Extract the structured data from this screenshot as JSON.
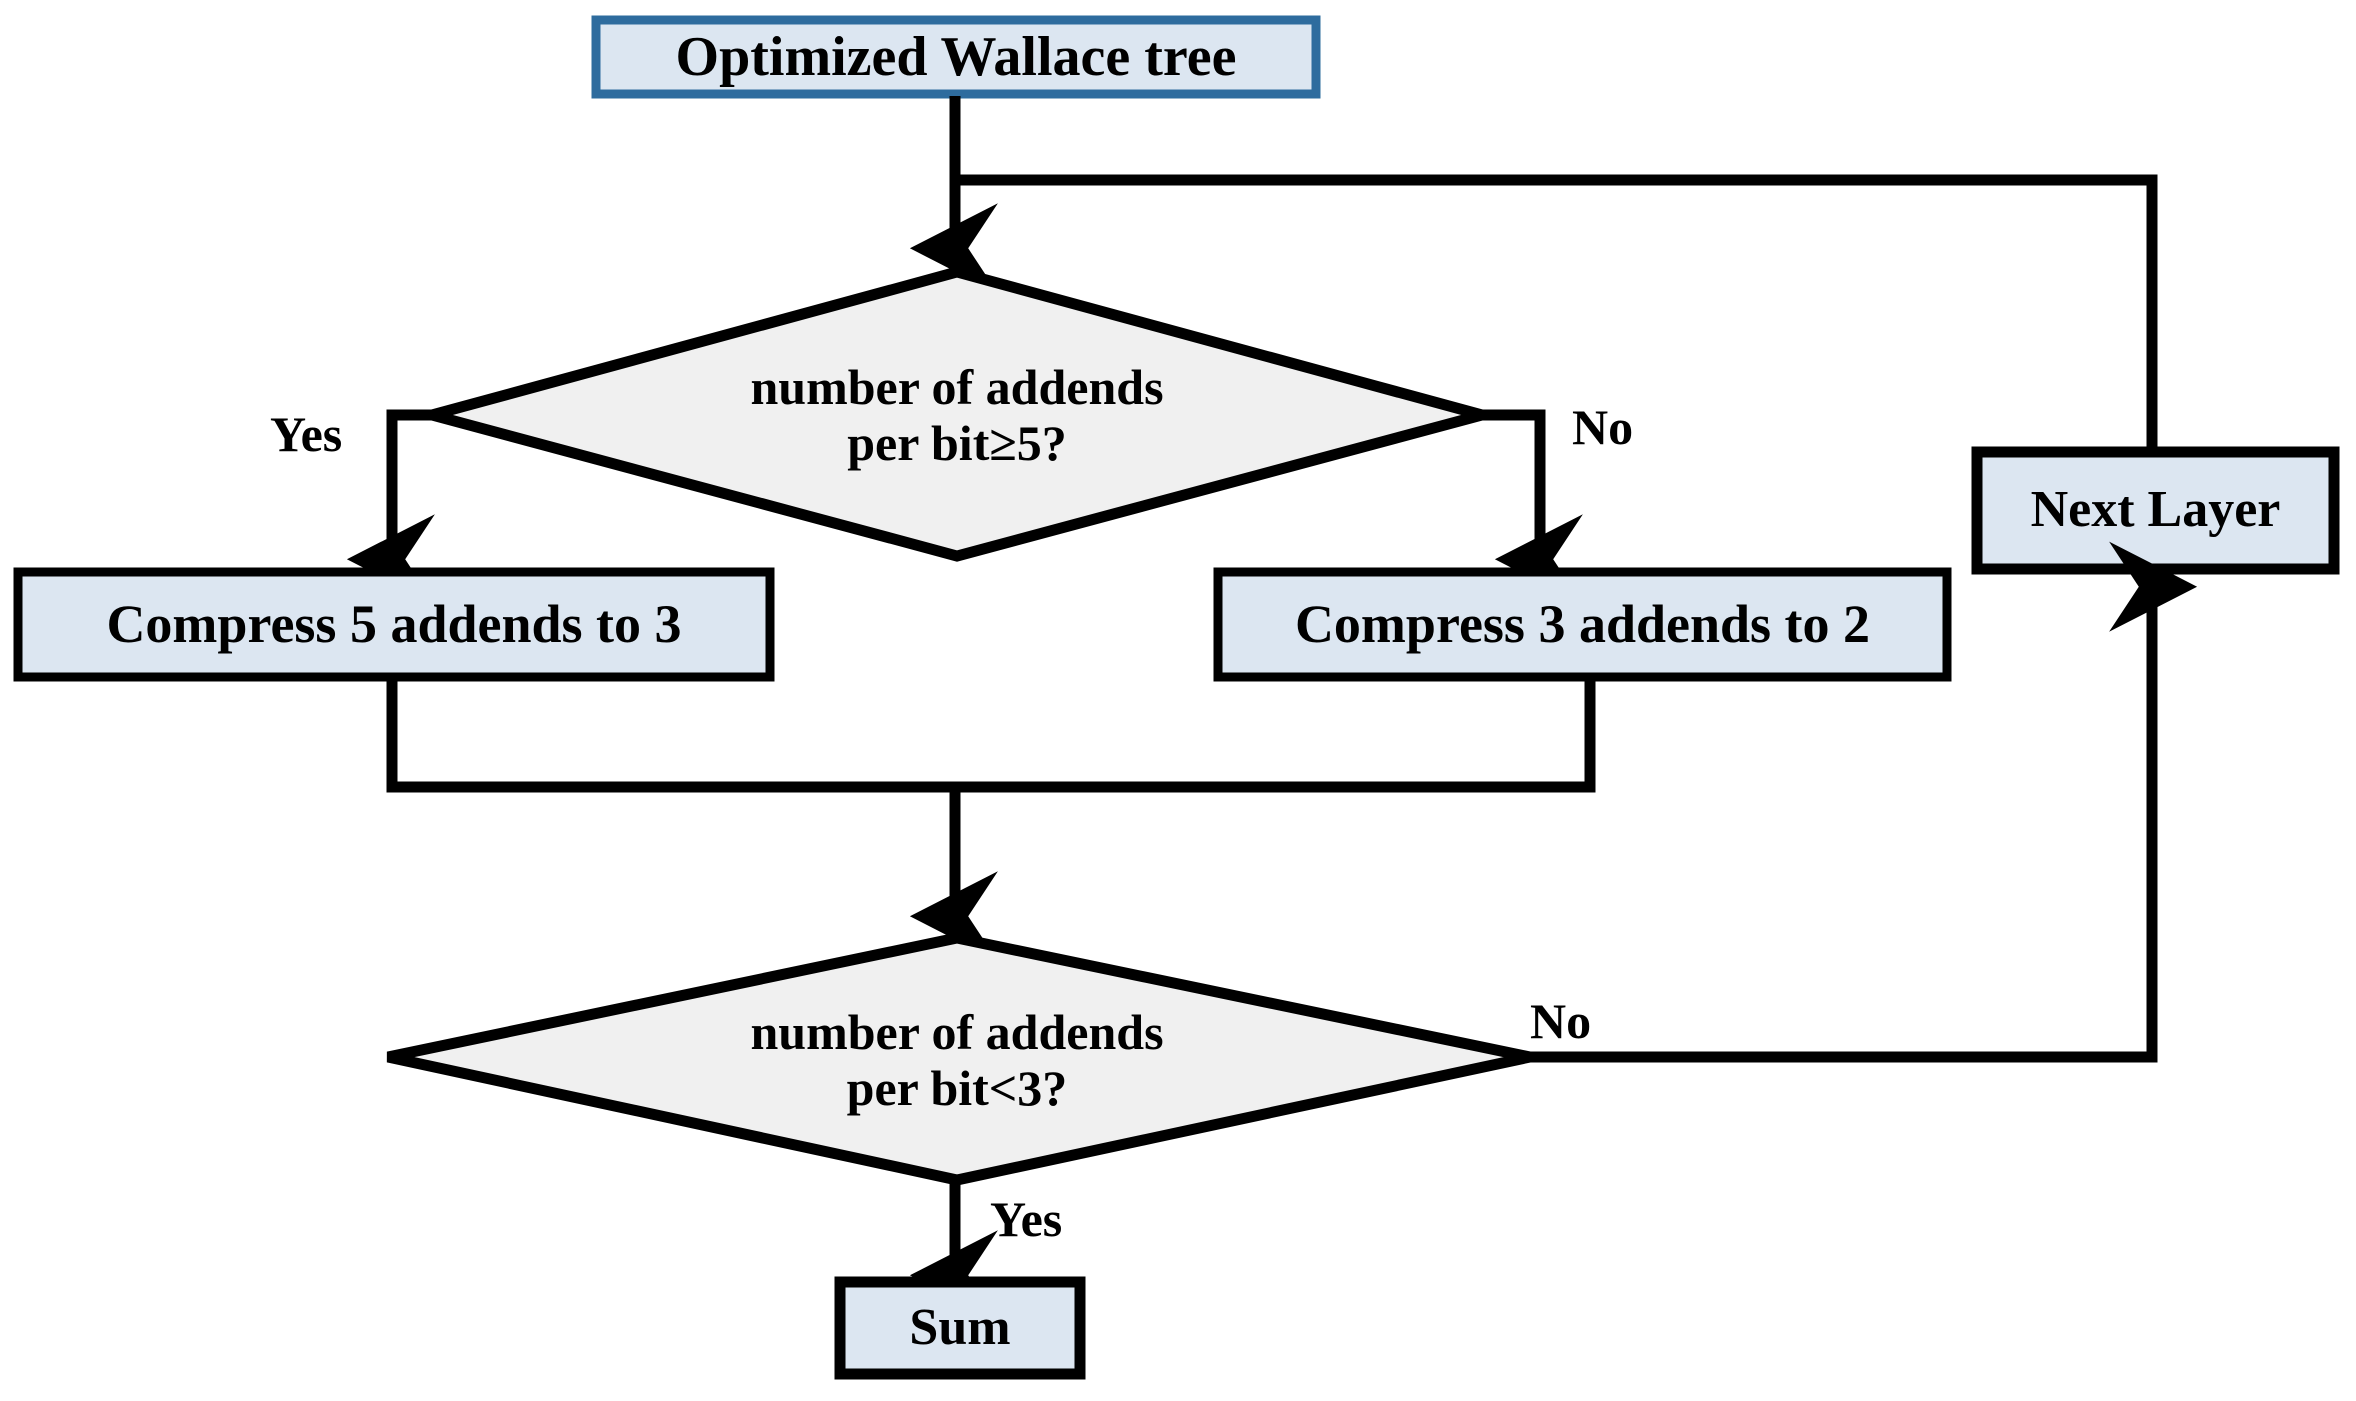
{
  "diagram": {
    "type": "flowchart",
    "title_node": "Optimized Wallace tree",
    "colors": {
      "box_fill": "#dce6f1",
      "box_border_blue": "#2e6c9e",
      "box_border_black": "#000000",
      "diamond_fill": "#f0f0f0",
      "line": "#000000",
      "background": "#ffffff",
      "text": "#000000"
    },
    "nodes": [
      {
        "id": "start",
        "shape": "rect",
        "label": "Optimized Wallace tree"
      },
      {
        "id": "decision1",
        "shape": "diamond",
        "label": "number of addends\nper bit≥5?"
      },
      {
        "id": "compress5",
        "shape": "rect",
        "label": "Compress 5 addends to 3"
      },
      {
        "id": "compress3",
        "shape": "rect",
        "label": "Compress 3 addends to 2"
      },
      {
        "id": "nextlayer",
        "shape": "rect",
        "label": "Next Layer"
      },
      {
        "id": "decision2",
        "shape": "diamond",
        "label": "number of addends\nper bit<3?"
      },
      {
        "id": "sum",
        "shape": "rect",
        "label": "Sum"
      }
    ],
    "edges": [
      {
        "id": "e-start-d1",
        "from": "start",
        "to": "decision1",
        "label": ""
      },
      {
        "id": "e-start-loop",
        "from": "start",
        "to": "nextlayer",
        "label": ""
      },
      {
        "id": "e-d1-c5",
        "from": "decision1",
        "to": "compress5",
        "label": "Yes"
      },
      {
        "id": "e-d1-c3",
        "from": "decision1",
        "to": "compress3",
        "label": "No"
      },
      {
        "id": "e-c5-d2",
        "from": "compress5",
        "to": "decision2",
        "label": ""
      },
      {
        "id": "e-c3-d2",
        "from": "compress3",
        "to": "decision2",
        "label": ""
      },
      {
        "id": "e-d2-next",
        "from": "decision2",
        "to": "nextlayer",
        "label": "No"
      },
      {
        "id": "e-d2-sum",
        "from": "decision2",
        "to": "sum",
        "label": "Yes"
      }
    ],
    "edge_labels": {
      "d1_yes": "Yes",
      "d1_no": "No",
      "d2_no": "No",
      "d2_yes": "Yes"
    }
  }
}
